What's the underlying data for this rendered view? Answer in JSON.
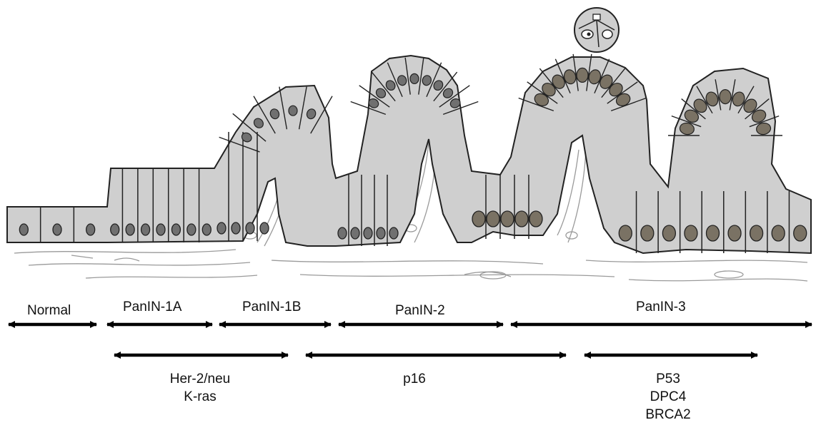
{
  "stages": [
    {
      "label": "Normal"
    },
    {
      "label": "PanIN-1A"
    },
    {
      "label": "PanIN-1B"
    },
    {
      "label": "PanIN-2"
    },
    {
      "label": "PanIN-3"
    }
  ],
  "markers": [
    {
      "lines": [
        "Her-2/neu",
        "K-ras"
      ]
    },
    {
      "lines": [
        "p16"
      ]
    },
    {
      "lines": [
        "P53",
        "DPC4",
        "BRCA2"
      ]
    }
  ],
  "colors": {
    "cell_fill": "#cfcfcf",
    "nucleus_normal": "#707070",
    "nucleus_atypical": "#7a7264",
    "outline": "#222222",
    "stroma": "#9a9a9a"
  }
}
